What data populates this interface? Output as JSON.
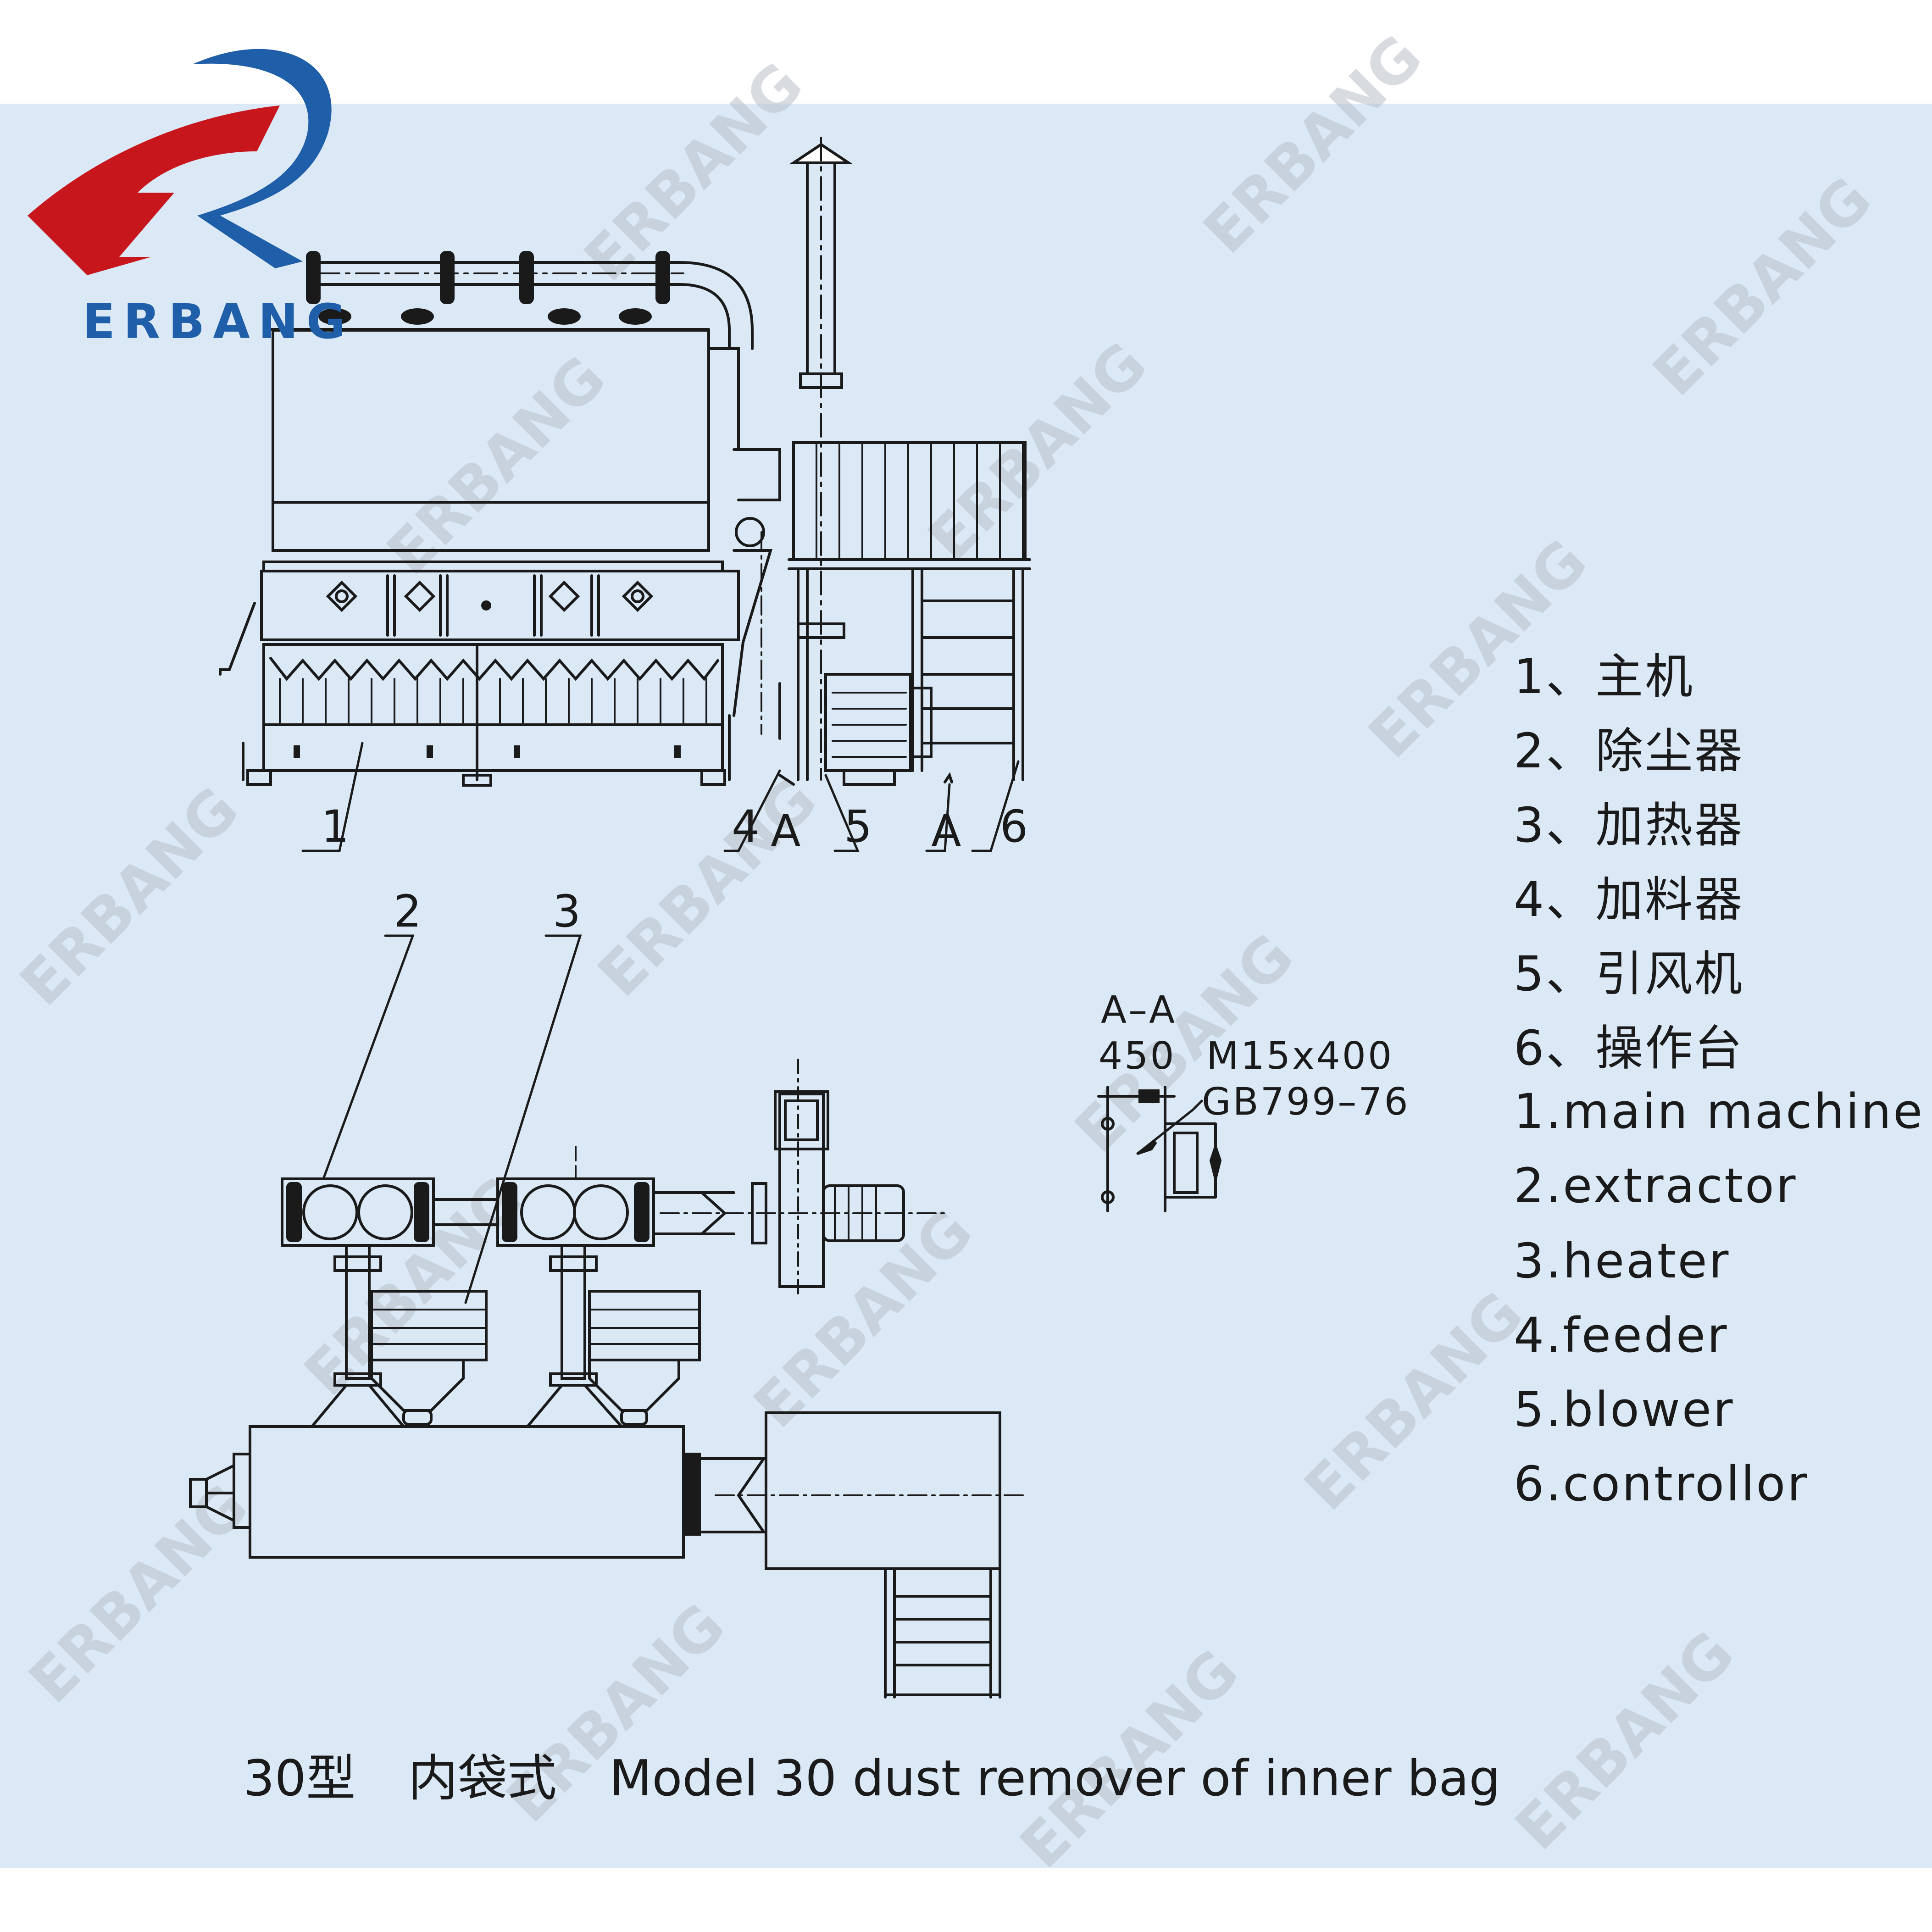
{
  "logo": {
    "brand": "ERBANG",
    "colors": {
      "red": "#c8161d",
      "blue": "#1f5ea8"
    }
  },
  "watermark": {
    "text": "ERBANG"
  },
  "elevation_view": {
    "callouts": [
      "1",
      "4",
      "A",
      "5",
      "A",
      "6"
    ]
  },
  "plan_view": {
    "callouts": [
      "2",
      "3"
    ]
  },
  "section": {
    "title": "A–A",
    "dim": "450",
    "bolt": "M15x400",
    "standard": "GB799–76"
  },
  "legend": {
    "items_cn": [
      "1、主机",
      "2、除尘器",
      "3、加热器",
      "4、加料器",
      "5、引风机",
      "6、操作台"
    ],
    "items_en": [
      "1.main machine",
      "2.extractor",
      "3.heater",
      "4.feeder",
      "5.blower",
      "6.controllor"
    ]
  },
  "caption": {
    "model_cn": "30型",
    "type_cn": "内袋式",
    "title_en": "Model 30 dust remover of inner bag"
  },
  "colors": {
    "background": "#dbe8f6",
    "line": "#1a1a1a"
  }
}
